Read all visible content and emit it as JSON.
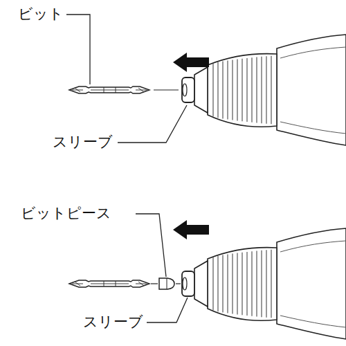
{
  "diagram": {
    "labels": [
      "ビット",
      "スリーブ",
      "ビットピース",
      "スリーブ"
    ]
  }
}
